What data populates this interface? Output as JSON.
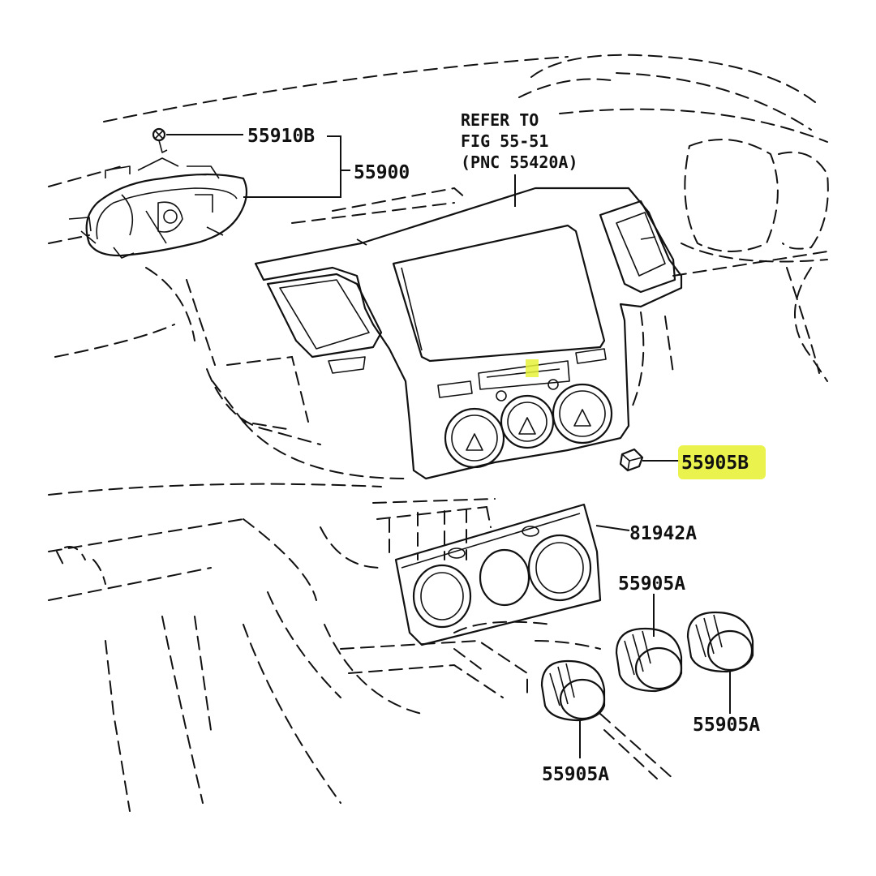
{
  "diagram": {
    "highlight_color": "#e8f23a",
    "ink_color": "#111111",
    "labels": {
      "refer_line1": "REFER TO",
      "refer_line2": "FIG 55-51",
      "refer_line3": "(PNC 55420A)",
      "p55910B": "55910B",
      "p55900": "55900",
      "p55905B": "55905B",
      "p81942A": "81942A",
      "p55905A_top": "55905A",
      "p55905A_right": "55905A",
      "p55905A_bottom": "55905A"
    }
  }
}
